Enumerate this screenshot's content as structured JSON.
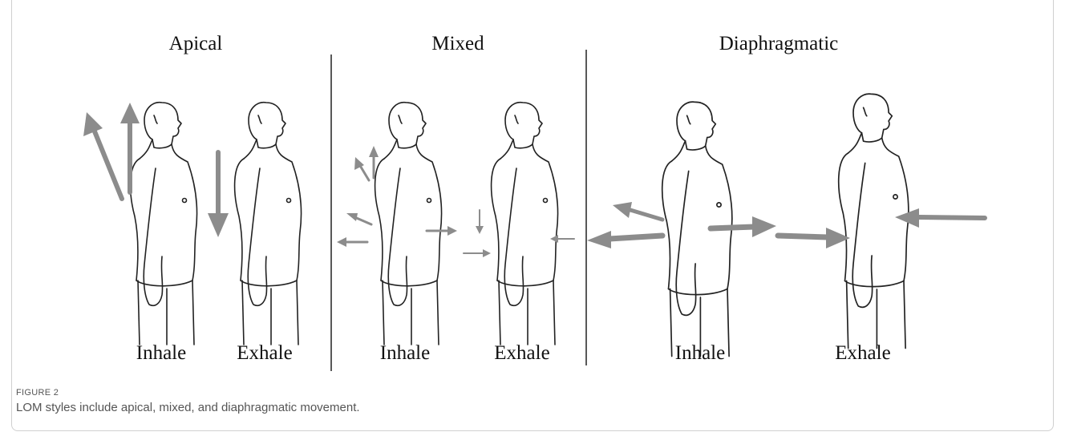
{
  "panels": [
    {
      "title": "Apical",
      "inhale": "Inhale",
      "exhale": "Exhale"
    },
    {
      "title": "Mixed",
      "inhale": "Inhale",
      "exhale": "Exhale"
    },
    {
      "title": "Diaphragmatic",
      "inhale": "Inhale",
      "exhale": "Exhale"
    }
  ],
  "caption": {
    "label": "FIGURE 2",
    "text": "LOM styles include apical, mixed, and diaphragmatic movement."
  },
  "colors": {
    "arrow": "#8c8c8c",
    "outline": "#222222",
    "border": "#d0d0d0"
  }
}
